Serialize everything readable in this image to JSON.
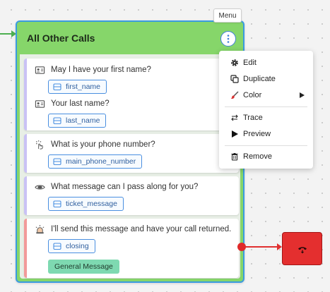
{
  "node": {
    "title": "All Other Calls",
    "menu_tooltip": "Menu"
  },
  "cards": [
    {
      "rows": [
        {
          "icon": "contact-card-icon",
          "text": "May I have your first name?",
          "variable": "first_name"
        },
        {
          "icon": "contact-card-icon",
          "text": "Your last name?",
          "variable": "last_name"
        }
      ]
    },
    {
      "rows": [
        {
          "icon": "dial-hand-icon",
          "text": "What is your phone number?",
          "variable": "main_phone_number"
        }
      ]
    },
    {
      "rows": [
        {
          "icon": "eye-icon",
          "text": "What message can I pass along for you?",
          "variable": "ticket_message"
        }
      ]
    },
    {
      "rows": [
        {
          "icon": "siren-icon",
          "text": "I'll send this message and have your call returned.",
          "variable": "closing"
        }
      ],
      "tag": "General Message"
    }
  ],
  "menu": {
    "items": [
      {
        "label": "Edit",
        "icon": "gear-icon"
      },
      {
        "label": "Duplicate",
        "icon": "duplicate-icon"
      },
      {
        "label": "Color",
        "icon": "paint-brush-icon",
        "submenu": true
      },
      {
        "label": "Trace",
        "icon": "trace-arrows-icon"
      },
      {
        "label": "Preview",
        "icon": "play-icon"
      },
      {
        "label": "Remove",
        "icon": "trash-icon"
      }
    ]
  },
  "end_node": {
    "icon": "hang-up-phone-icon"
  },
  "colors": {
    "node_header": "#86d66a",
    "node_border": "#3a9be0",
    "chip_border": "#4a8fe0",
    "tag_bg": "#7ed9b1",
    "hangup_bg": "#e42f2f",
    "connector_in": "#4caf50",
    "connector_out": "#e03030"
  }
}
